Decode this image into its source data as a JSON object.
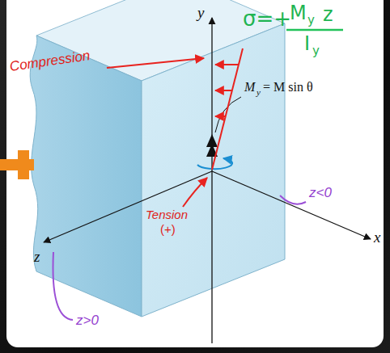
{
  "diagram": {
    "labels": [
      "y",
      "z",
      "x",
      "σ=+",
      "M",
      "y",
      "z",
      "I",
      "y",
      "Compression",
      "M",
      "y",
      "= M sin θ",
      "Tension",
      "(+)",
      "z<0",
      "z>0"
    ]
  }
}
